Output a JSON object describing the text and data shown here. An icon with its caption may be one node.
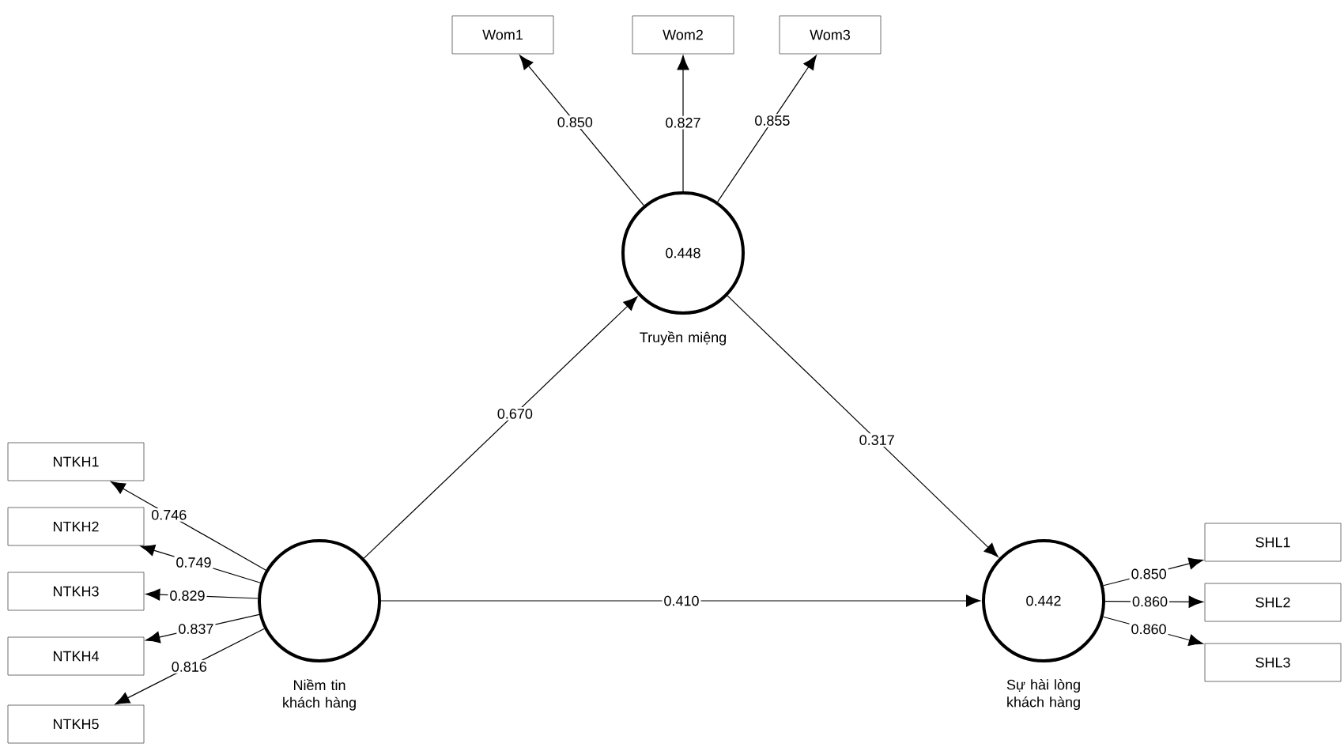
{
  "diagram": {
    "nodes": [
      {
        "text": [
          "Wom1"
        ]
      },
      {
        "text": [
          "Wom2"
        ]
      },
      {
        "text": [
          "Wom3"
        ]
      },
      {
        "text": [
          "0.448",
          "Truyền miệng"
        ]
      },
      {
        "text": [
          "NTKH1"
        ]
      },
      {
        "text": [
          "NTKH2"
        ]
      },
      {
        "text": [
          "NTKH3"
        ]
      },
      {
        "text": [
          "NTKH4"
        ]
      },
      {
        "text": [
          "NTKH5"
        ]
      },
      {
        "text": [
          "Niềm tin khách hàng"
        ]
      },
      {
        "text": [
          "0.442",
          "Sự hài lòng khách hàng"
        ]
      },
      {
        "text": [
          "SHL1"
        ]
      },
      {
        "text": [
          "SHL2"
        ]
      },
      {
        "text": [
          "SHL3"
        ]
      }
    ],
    "edges": [
      {
        "from": 3,
        "to": 0,
        "arrow": "to",
        "label": "0.850"
      },
      {
        "from": 3,
        "to": 1,
        "arrow": "to",
        "label": "0.827"
      },
      {
        "from": 3,
        "to": 2,
        "arrow": "to",
        "label": "0.855"
      },
      {
        "from": 9,
        "to": 4,
        "arrow": "to",
        "label": "0.746"
      },
      {
        "from": 9,
        "to": 5,
        "arrow": "to",
        "label": "0.749"
      },
      {
        "from": 9,
        "to": 6,
        "arrow": "to",
        "label": "0.829"
      },
      {
        "from": 9,
        "to": 7,
        "arrow": "to",
        "label": "0.837"
      },
      {
        "from": 9,
        "to": 8,
        "arrow": "to",
        "label": "0.816"
      },
      {
        "from": 9,
        "to": 3,
        "arrow": "to",
        "label": "0.670"
      },
      {
        "from": 3,
        "to": 10,
        "arrow": "to",
        "label": "0.317"
      },
      {
        "from": 9,
        "to": 10,
        "arrow": "to",
        "label": "0.410"
      },
      {
        "from": 10,
        "to": 11,
        "arrow": "to",
        "label": "0.850"
      },
      {
        "from": 10,
        "to": 12,
        "arrow": "to",
        "label": "0.860"
      },
      {
        "from": 10,
        "to": 13,
        "arrow": "to",
        "label": "0.860"
      }
    ]
  }
}
